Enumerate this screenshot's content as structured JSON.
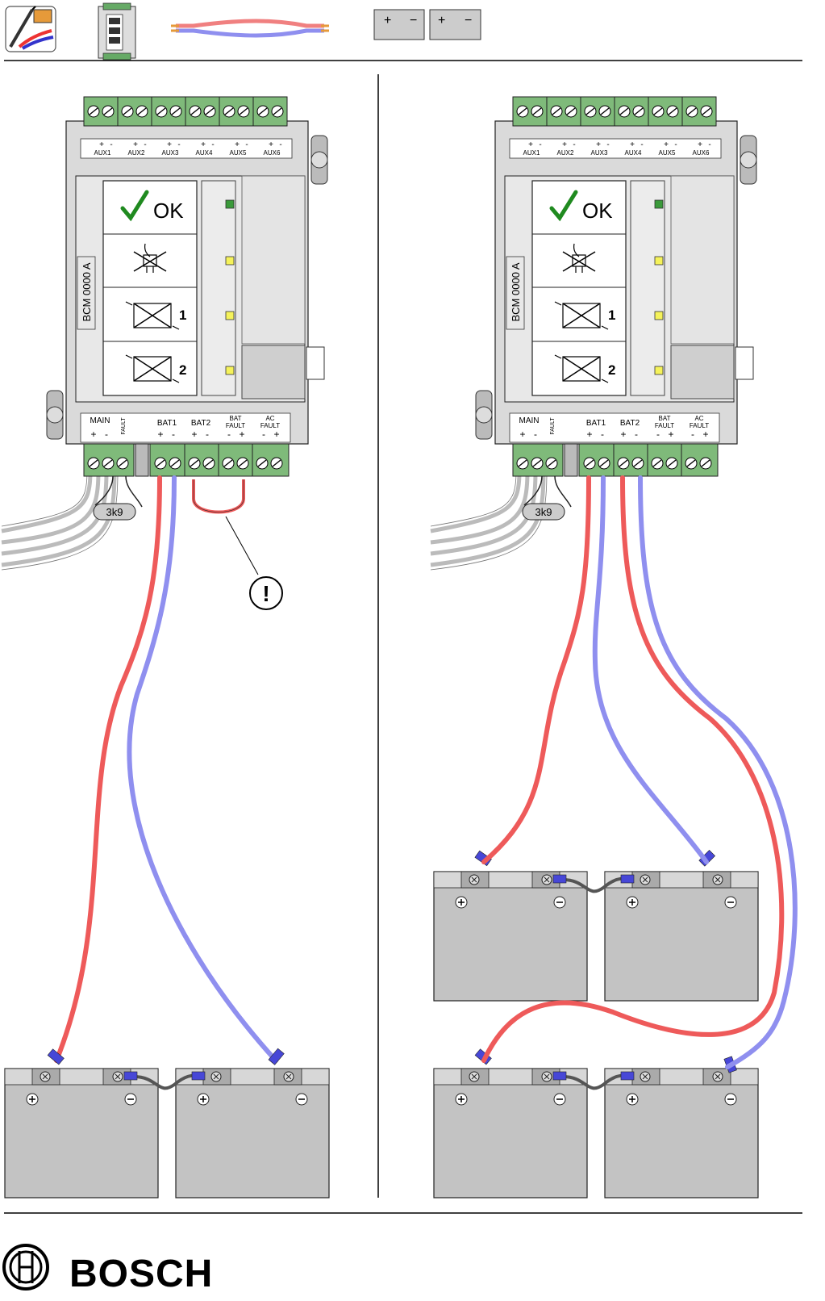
{
  "header": {
    "battery_icon_plus": "+",
    "battery_icon_minus": "−"
  },
  "module": {
    "model_label": "BCM 0000 A",
    "ok_label": "OK",
    "battery_1_index": "1",
    "battery_2_index": "2",
    "aux_labels": [
      "AUX1",
      "AUX2",
      "AUX3",
      "AUX4",
      "AUX5",
      "AUX6"
    ],
    "terminal_labels": {
      "main": "MAIN",
      "fault": "FAULT",
      "bat1": "BAT1",
      "bat2": "BAT2",
      "bat_fault_1": "BAT",
      "bat_fault_2": "FAULT",
      "ac_fault_1": "AC",
      "ac_fault_2": "FAULT"
    },
    "plus": "+",
    "minus": "-",
    "resistor_label": "3k9"
  },
  "warning_symbol": "!",
  "footer": {
    "brand": "BOSCH"
  },
  "colors": {
    "terminal_green": "#7fba7a",
    "module_gray": "#dadada",
    "wire_red": "#ee5a5a",
    "wire_blue": "#8f8fef",
    "battery_gray": "#c3c3c3",
    "led_green": "#3a9a3a",
    "led_yellow": "#f5f25a",
    "check_green": "#1f8a1f"
  }
}
